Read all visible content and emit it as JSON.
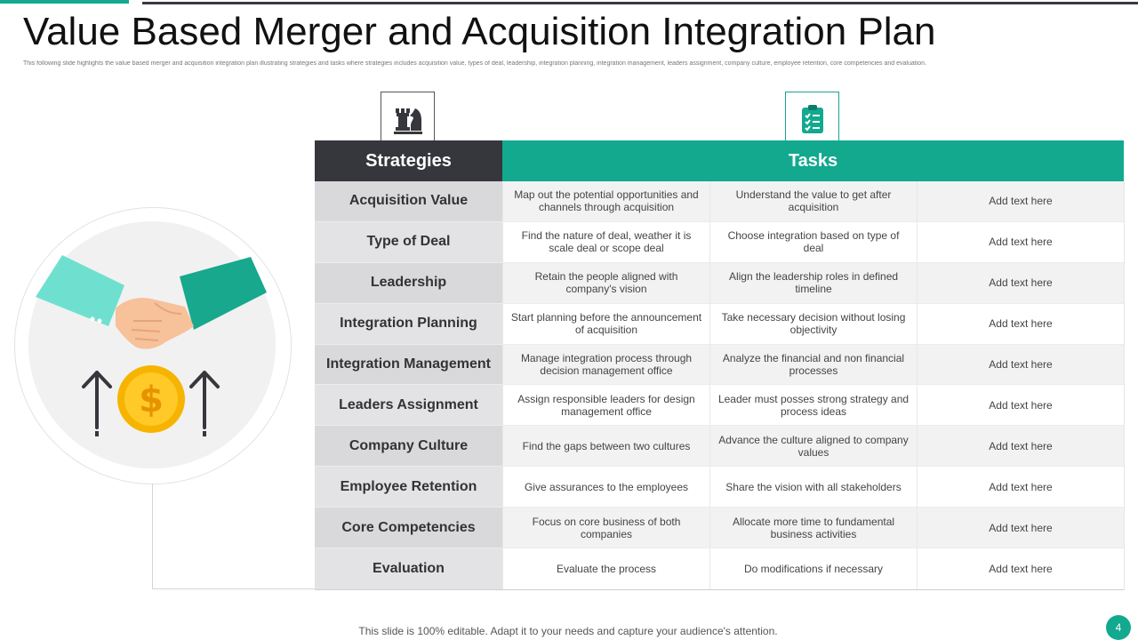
{
  "slide": {
    "title": "Value Based Merger and Acquisition Integration Plan",
    "subtitle": "This following slide highlights the value based merger and acquisition integration plan illustrating strategies and tasks where strategies includes acquisition value, types of deal, leadership, integration planning, integration management, leaders assignment, company culture, employee retention, core competencies and evaluation.",
    "footer": "This slide is 100% editable. Adapt it to your needs and capture your audience's attention.",
    "page_number": "4"
  },
  "colors": {
    "accent": "#12a98f",
    "dark": "#36363d"
  },
  "icons": {
    "strategies": "chess-pieces-icon",
    "tasks": "clipboard-checklist-icon",
    "illustration": "handshake-coin-growth-icon"
  },
  "table": {
    "strategies_header": "Strategies",
    "tasks_header": "Tasks",
    "rows": [
      {
        "strategy": "Acquisition Value",
        "task1": "Map out the potential opportunities and channels through acquisition",
        "task2": "Understand the value to get after acquisition",
        "task3": "Add text here"
      },
      {
        "strategy": "Type of Deal",
        "task1": "Find the nature of deal, weather it is scale deal or scope deal",
        "task2": "Choose integration based on type of deal",
        "task3": "Add text here"
      },
      {
        "strategy": "Leadership",
        "task1": "Retain the people aligned with company's vision",
        "task2": "Align the leadership roles in defined timeline",
        "task3": "Add text here"
      },
      {
        "strategy": "Integration Planning",
        "task1": "Start planning before the announcement of acquisition",
        "task2": "Take necessary decision without losing objectivity",
        "task3": "Add text here"
      },
      {
        "strategy": "Integration Management",
        "task1": "Manage integration process through decision management office",
        "task2": "Analyze the financial and non financial processes",
        "task3": "Add text here"
      },
      {
        "strategy": "Leaders Assignment",
        "task1": "Assign responsible leaders for design management office",
        "task2": "Leader must posses strong strategy and process ideas",
        "task3": "Add text here"
      },
      {
        "strategy": "Company Culture",
        "task1": "Find the gaps between two cultures",
        "task2": "Advance the culture aligned to company values",
        "task3": "Add text here"
      },
      {
        "strategy": "Employee Retention",
        "task1": "Give assurances to the employees",
        "task2": "Share the vision with all stakeholders",
        "task3": "Add text here"
      },
      {
        "strategy": "Core Competencies",
        "task1": "Focus on core business of both companies",
        "task2": "Allocate more time to fundamental business activities",
        "task3": "Add text here"
      },
      {
        "strategy": "Evaluation",
        "task1": "Evaluate the process",
        "task2": "Do modifications if necessary",
        "task3": "Add text here"
      }
    ]
  }
}
